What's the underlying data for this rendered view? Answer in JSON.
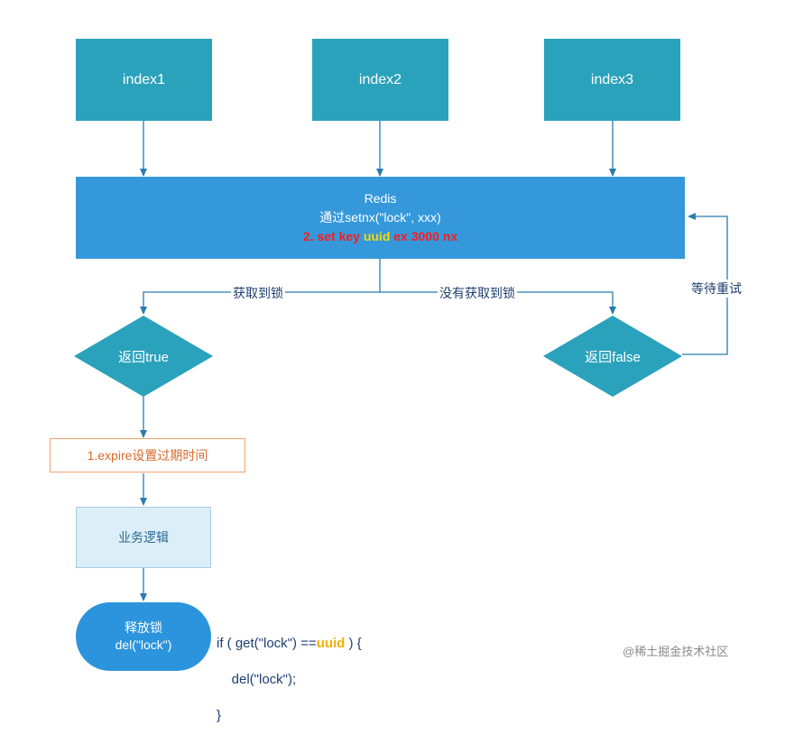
{
  "nodes": {
    "index1": "index1",
    "index2": "index2",
    "index3": "index3",
    "redis_title": "Redis",
    "redis_call": "通过setnx(\"lock\", xxx)",
    "redis_cmd_prefix": "2. set key ",
    "redis_cmd_uuid": "uuid",
    "redis_cmd_suffix": " ex 3000 nx",
    "return_true": "返回true",
    "return_false": "返回false",
    "expire": "1.expire设置过期时间",
    "business": "业务逻辑",
    "release_title": "释放锁",
    "release_call": "del(\"lock\")"
  },
  "edges": {
    "got_lock": "获取到锁",
    "no_lock": "没有获取到锁",
    "wait_retry": "等待重试"
  },
  "code": {
    "line1_prefix": "if ( get(\"lock\") ==",
    "line1_uuid": "uuid",
    "line1_suffix": " ) {",
    "line2": "    del(\"lock\");",
    "line3": "}"
  },
  "watermark": "@稀土掘金技术社区",
  "colors": {
    "index_fill": "#2aa2bb",
    "redis_fill": "#3498db",
    "arrow": "#2b7bb0",
    "highlight_red": "#ff1a1a",
    "highlight_yellow": "#f5d80a"
  }
}
